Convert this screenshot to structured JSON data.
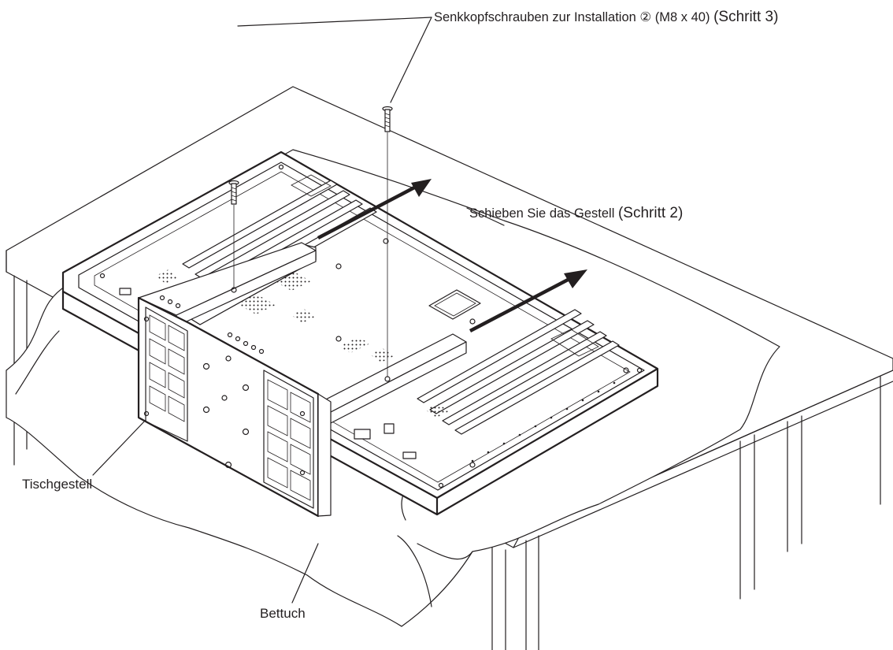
{
  "labels": {
    "screws_main": "Senkkopfschrauben zur Installation ② (M8 x 40)",
    "screws_step": "(Schritt 3)",
    "slide_main": "Schieben Sie das Gestell",
    "slide_step": "(Schritt 2)",
    "stand": "Tischgestell",
    "sheet": "Bettuch"
  },
  "colors": {
    "line": "#231f20",
    "background": "#ffffff"
  }
}
